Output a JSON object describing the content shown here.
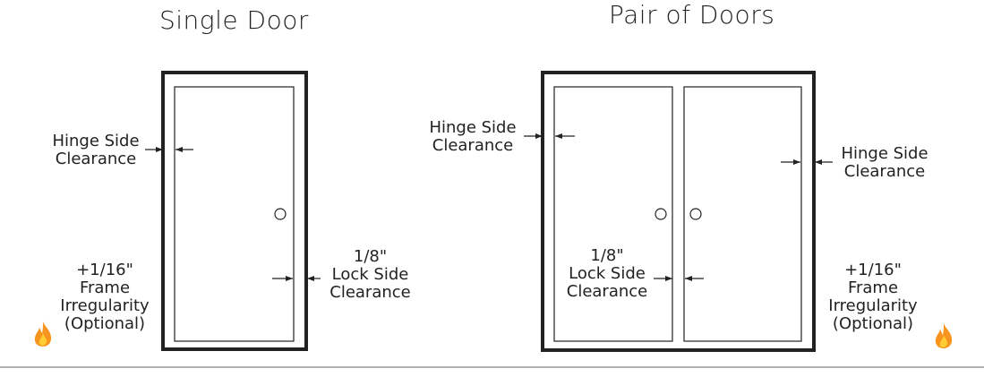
{
  "single": {
    "title": "Single Door",
    "hinge_line1": "Hinge Side",
    "hinge_line2": "Clearance",
    "lock_line1": "1/8\"",
    "lock_line2": "Lock Side",
    "lock_line3": "Clearance",
    "frame_line1": "+1/16\"",
    "frame_line2": "Frame",
    "frame_line3": "Irregularity",
    "frame_line4": "(Optional)"
  },
  "pair": {
    "title": "Pair of Doors",
    "left_hinge_line1": "Hinge Side",
    "left_hinge_line2": "Clearance",
    "right_hinge_line1": "Hinge Side",
    "right_hinge_line2": "Clearance",
    "lock_line1": "1/8\"",
    "lock_line2": "Lock Side",
    "lock_line3": "Clearance",
    "frame_line1": "+1/16\"",
    "frame_line2": "Frame",
    "frame_line3": "Irregularity",
    "frame_line4": "(Optional)"
  },
  "icons": {
    "fire": "fire-icon"
  },
  "colors": {
    "line": "#222222",
    "flame_outer": "#f7941d",
    "flame_inner": "#ffcc33",
    "divider": "#999999"
  }
}
